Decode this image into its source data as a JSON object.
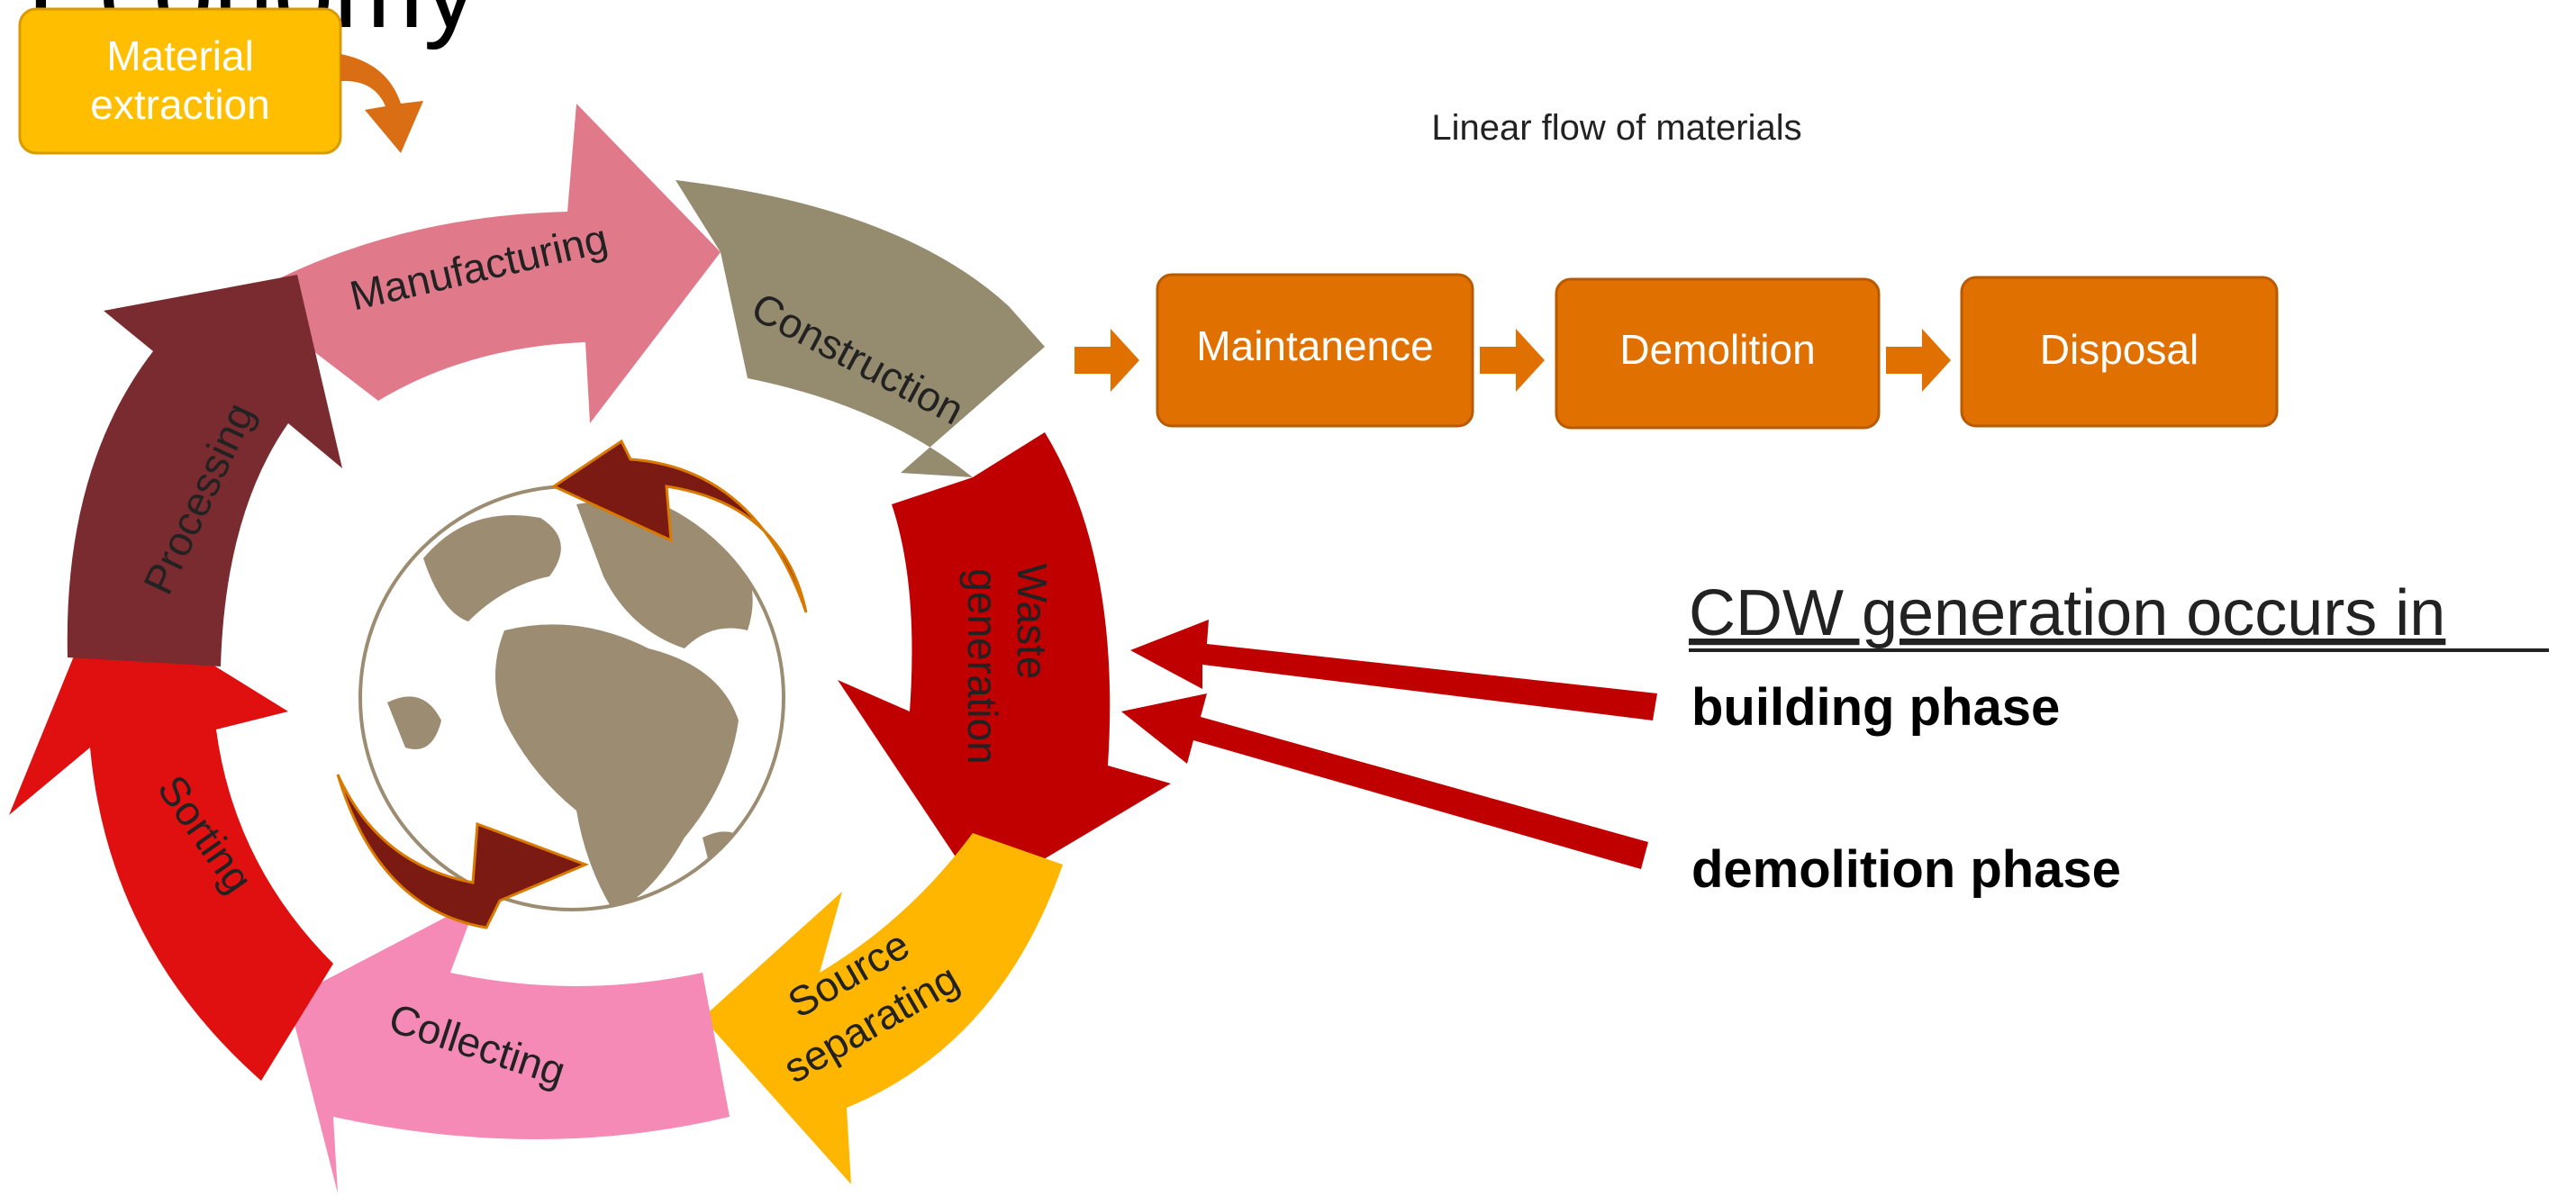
{
  "title_fragment": "Economy",
  "material_extraction": {
    "line1": "Material",
    "line2": "extraction"
  },
  "cycle": {
    "manufacturing": "Manufacturing",
    "construction": "Construction",
    "waste_line1": "Waste",
    "waste_line2": "generation",
    "source_line1": "Source",
    "source_line2": "separating",
    "collecting": "Collecting",
    "sorting": "Sorting",
    "processing": "Processing"
  },
  "linear": {
    "title": "Linear flow of materials",
    "steps": [
      "Maintanence",
      "Demolition",
      "Disposal"
    ]
  },
  "annotation": {
    "heading": "CDW generation occurs in",
    "phase1": "building phase",
    "phase2": "demolition phase"
  },
  "colors": {
    "extraction_box": "#FFBE00",
    "manufacturing": "#E07A8A",
    "construction": "#958B6F",
    "waste_generation": "#C00000",
    "source_separating": "#FFB600",
    "collecting": "#F48AB5",
    "sorting": "#E01010",
    "processing": "#7A2B30",
    "linear_box": "#E07000",
    "globe_land": "#9C8D72",
    "inner_arrows": "#7A1A12",
    "pointer_arrows": "#C00000"
  }
}
